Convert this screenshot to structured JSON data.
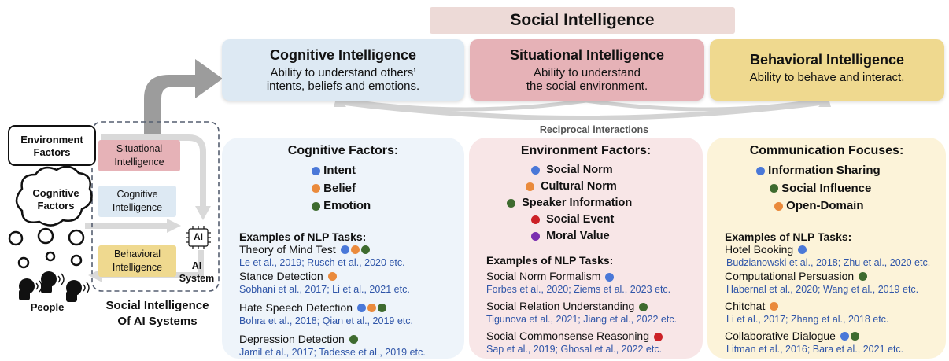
{
  "title": "Social Intelligence",
  "top_boxes": [
    {
      "title": "Cognitive Intelligence",
      "desc1": "Ability to understand others’",
      "desc2": "intents, beliefs and emotions."
    },
    {
      "title": "Situational Intelligence",
      "desc1": "Ability to understand",
      "desc2": "the social environment."
    },
    {
      "title": "Behavioral Intelligence",
      "desc1": "Ability to behave and interact.",
      "desc2": ""
    }
  ],
  "reciprocal_label": "Reciprocal interactions",
  "left": {
    "environment_factors": "Environment Factors",
    "cognitive_factors": "Cognitive Factors",
    "people": "People",
    "ai_chip": "AI",
    "ai_system": "AI System",
    "module_situational": "Situational Intelligence",
    "module_cognitive": "Cognitive Intelligence",
    "module_behavioral": "Behavioral Intelligence",
    "caption1": "Social Intelligence",
    "caption2": "Of AI Systems"
  },
  "panels": [
    {
      "heading": "Cognitive Factors:",
      "factors": [
        {
          "label": "Intent",
          "color": "blue"
        },
        {
          "label": "Belief",
          "color": "orange"
        },
        {
          "label": "Emotion",
          "color": "green"
        }
      ],
      "examples_title": "Examples of NLP Tasks:",
      "tasks": [
        {
          "name": "Theory of Mind Test",
          "dots": [
            "blue",
            "orange",
            "green"
          ],
          "cite": "Le et al., 2019; Rusch et al., 2020 etc."
        },
        {
          "name": "Stance Detection",
          "dots": [
            "orange"
          ],
          "cite": "Sobhani et al., 2017; Li et al., 2021 etc."
        },
        {
          "name": "Hate Speech Detection",
          "dots": [
            "blue",
            "orange",
            "green"
          ],
          "cite": "Bohra et al., 2018; Qian et al., 2019 etc."
        },
        {
          "name": "Depression Detection",
          "dots": [
            "green"
          ],
          "cite": "Jamil et al., 2017; Tadesse et al., 2019 etc."
        }
      ]
    },
    {
      "heading": "Environment Factors:",
      "factors": [
        {
          "label": "Social Norm",
          "color": "blue"
        },
        {
          "label": "Cultural Norm",
          "color": "orange"
        },
        {
          "label": "Speaker Information",
          "color": "green"
        },
        {
          "label": "Social Event",
          "color": "red"
        },
        {
          "label": "Moral Value",
          "color": "purple"
        }
      ],
      "examples_title": "Examples of NLP Tasks:",
      "tasks": [
        {
          "name": "Social Norm Formalism",
          "dots": [
            "blue"
          ],
          "cite": "Forbes et al., 2020; Ziems et al., 2023 etc."
        },
        {
          "name": "Social Relation Understanding",
          "dots": [
            "green"
          ],
          "cite": "Tigunova et al., 2021; Jiang et al., 2022 etc."
        },
        {
          "name": "Social Commonsense Reasoning",
          "dots": [
            "red"
          ],
          "cite": "Sap et al., 2019; Ghosal et al., 2022 etc."
        }
      ]
    },
    {
      "heading": "Communication Focuses:",
      "factors": [
        {
          "label": "Information Sharing",
          "color": "blue"
        },
        {
          "label": "Social Influence",
          "color": "green"
        },
        {
          "label": "Open-Domain",
          "color": "orange"
        }
      ],
      "examples_title": "Examples of NLP Tasks:",
      "tasks": [
        {
          "name": "Hotel Booking",
          "dots": [
            "blue"
          ],
          "cite": "Budzianowski et al., 2018; Zhu et al., 2020 etc."
        },
        {
          "name": "Computational Persuasion",
          "dots": [
            "green"
          ],
          "cite": "Habernal et al., 2020; Wang et al., 2019 etc."
        },
        {
          "name": "Chitchat",
          "dots": [
            "orange"
          ],
          "cite": "Li et al., 2017; Zhang et al., 2018 etc."
        },
        {
          "name": "Collaborative Dialogue",
          "dots": [
            "blue",
            "green"
          ],
          "cite": "Litman et al., 2016; Bara et al., 2021 etc."
        }
      ]
    }
  ],
  "colors": {
    "blue": "#4a78d8",
    "orange": "#ea8a3c",
    "green": "#3e6b2f",
    "red": "#cc2127",
    "purple": "#7b2fb0"
  }
}
